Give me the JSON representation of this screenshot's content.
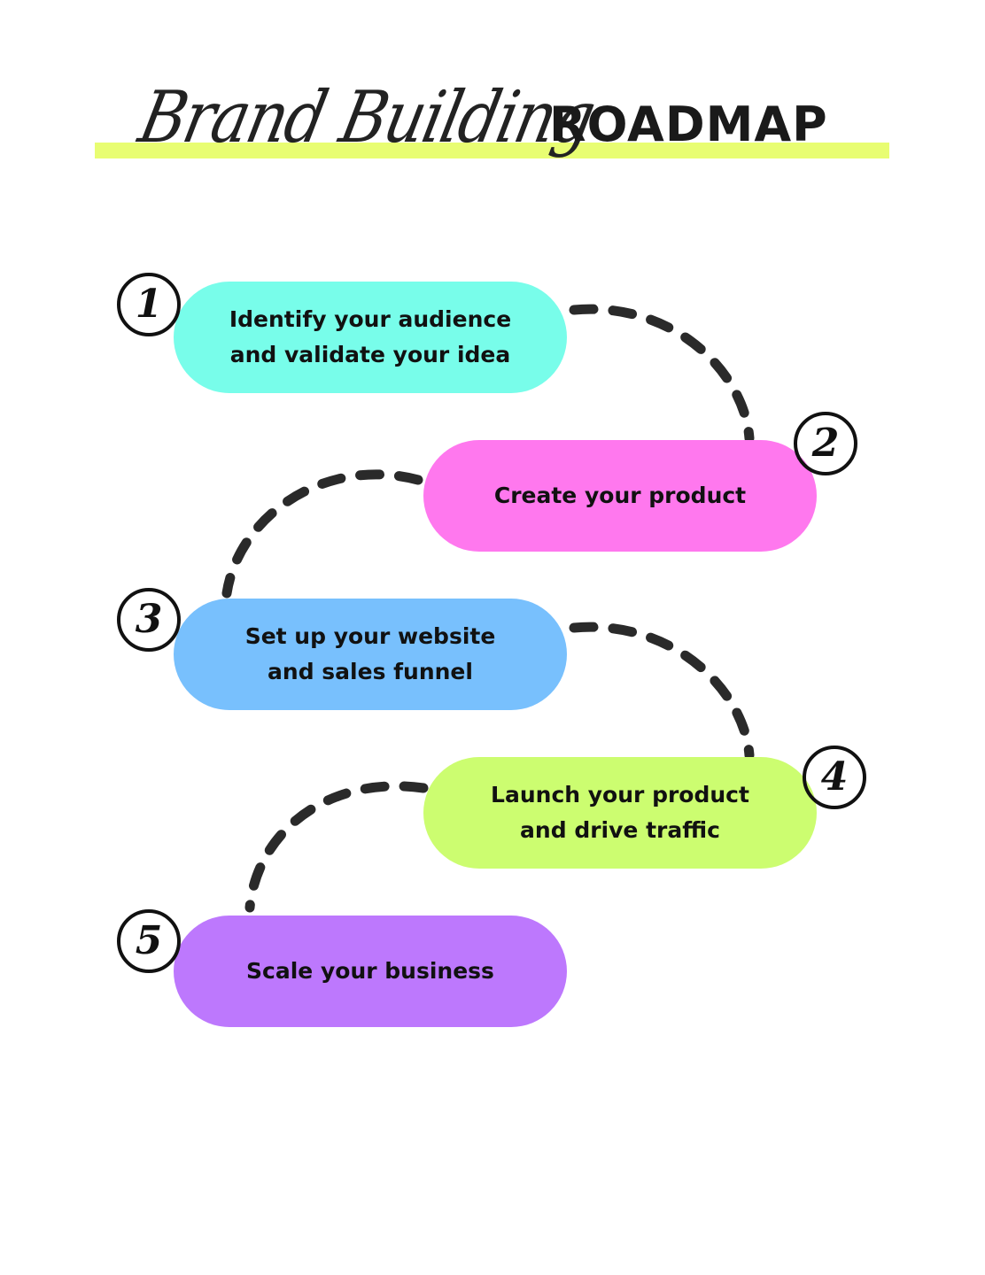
{
  "title": {
    "script": "Brand Building",
    "bold": "ROADMAP"
  },
  "colors": {
    "highlight": "#e8fd72",
    "connector": "#2a2a2a"
  },
  "steps": [
    {
      "number": "1",
      "label": "Identify your audience\nand validate your idea",
      "color": "#78fdea"
    },
    {
      "number": "2",
      "label": "Create your product",
      "color": "#ff78ee"
    },
    {
      "number": "3",
      "label": "Set up your website\nand sales funnel",
      "color": "#78c0fd"
    },
    {
      "number": "4",
      "label": "Launch your product\nand drive traffic",
      "color": "#ccfd70"
    },
    {
      "number": "5",
      "label": "Scale your business",
      "color": "#bd78fd"
    }
  ]
}
